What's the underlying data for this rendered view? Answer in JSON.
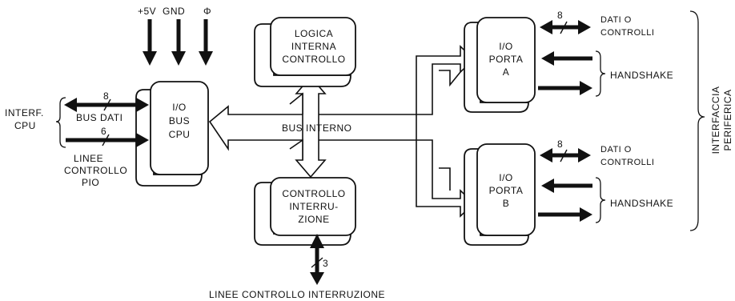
{
  "power": {
    "v5": "+5V",
    "gnd": "GND",
    "phi": "Φ"
  },
  "blocks": {
    "io_bus_cpu": [
      "I/O",
      "BUS",
      "CPU"
    ],
    "logica": [
      "LOGICA",
      "INTERNA",
      "CONTROLLO"
    ],
    "controllo_interruzione": [
      "CONTROLLO",
      "INTERRU-",
      "ZIONE"
    ],
    "porta_a": [
      "I/O",
      "PORTA",
      "A"
    ],
    "porta_b": [
      "I/O",
      "PORTA",
      "B"
    ]
  },
  "bus_interno": "BUS INTERNO",
  "cpu_side": {
    "interf_cpu": [
      "INTERF.",
      "CPU"
    ],
    "bus_dati": "BUS DATI",
    "bus_dati_width": "8",
    "linee_controllo": [
      "LINEE",
      "CONTROLLO",
      "PIO"
    ],
    "linee_width": "6"
  },
  "port_a": {
    "dati_o_controlli": [
      "DATI O",
      "CONTROLLI"
    ],
    "width": "8",
    "handshake": "HANDSHAKE"
  },
  "port_b": {
    "dati_o_controlli": [
      "DATI O",
      "CONTROLLI"
    ],
    "width": "8",
    "handshake": "HANDSHAKE"
  },
  "interrupt": {
    "label": "LINEE CONTROLLO INTERRUZIONE",
    "width": "3"
  },
  "interfaccia_periferica": [
    "INTERFACCIA",
    "PERIFERICA"
  ]
}
